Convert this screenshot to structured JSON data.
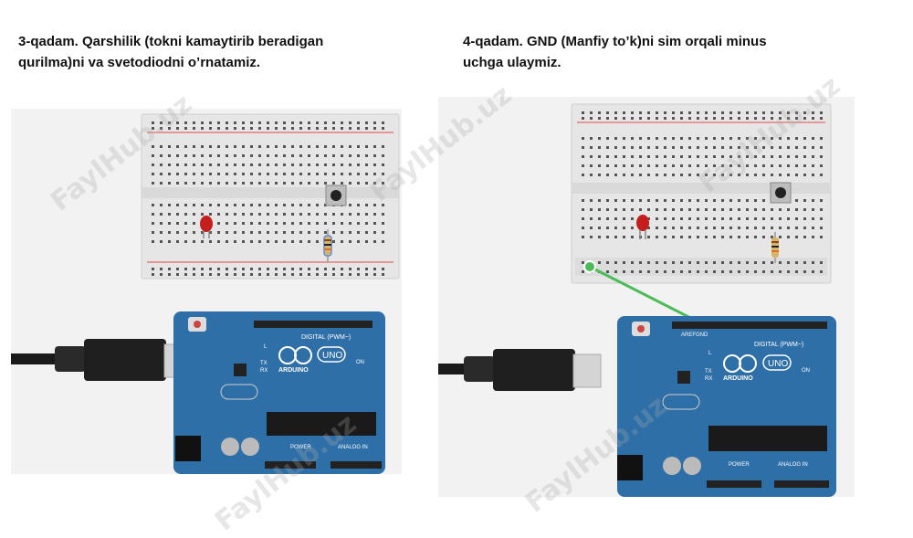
{
  "steps": [
    {
      "line1": "3-qadam. Qarshilik (tokni kamaytirib beradigan",
      "line2": "qurilma)ni va svetodiodni o’rnatamiz."
    },
    {
      "line1": "4-qadam. GND (Manfiy to’k)ni sim orqali minus",
      "line2": "uchga ulaymiz."
    }
  ],
  "arduino": {
    "brand": "ARDUINO",
    "model": "UNO",
    "digital_label": "DIGITAL (PWM~)",
    "analog_label": "ANALOG IN",
    "power_label": "POWER",
    "aref": "AREF",
    "gnd": "GND",
    "on": "ON",
    "l": "L",
    "tx": "TX",
    "rx": "RX"
  },
  "watermark": "FaylHub.uz",
  "colors": {
    "board": "#2f6fa8",
    "breadboard": "#e4e4e4",
    "wire": "#4cbb5a",
    "rail_red": "#e34b4b",
    "led": "#c41e1e"
  }
}
